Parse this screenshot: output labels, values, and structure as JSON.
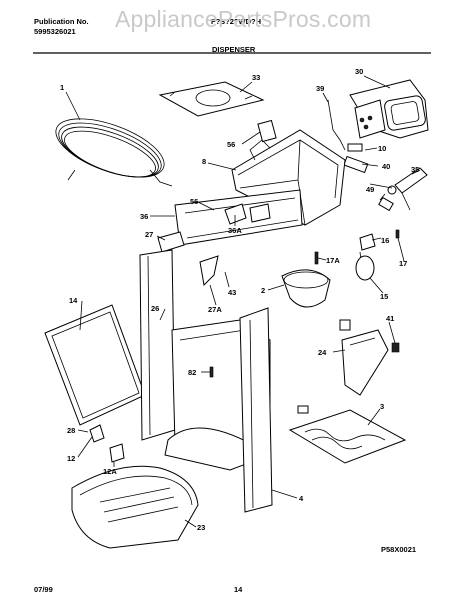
{
  "header": {
    "publication_label": "Publication No.",
    "publication_number": "5995326021",
    "model": "F?S?2?WD?H",
    "section": "DISPENSER"
  },
  "watermark": "AppliancePartsPros.com",
  "diagram_code": "P58X0021",
  "footer": {
    "date": "07/99",
    "page": "14"
  },
  "callouts": {
    "c1": "1",
    "c2": "2",
    "c3": "3",
    "c4": "4",
    "c8": "8",
    "c10": "10",
    "c12": "12",
    "c12a": "12A",
    "c14": "14",
    "c15": "15",
    "c16": "16",
    "c17": "17",
    "c17a": "17A",
    "c23": "23",
    "c24": "24",
    "c26": "26",
    "c27": "27",
    "c27a": "27A",
    "c28": "28",
    "c30": "30",
    "c33": "33",
    "c35": "35",
    "c36": "36",
    "c36a": "36A",
    "c39": "39",
    "c40": "40",
    "c41": "41",
    "c43": "43",
    "c49": "49",
    "c56a": "56",
    "c56b": "56",
    "c82": "82"
  }
}
